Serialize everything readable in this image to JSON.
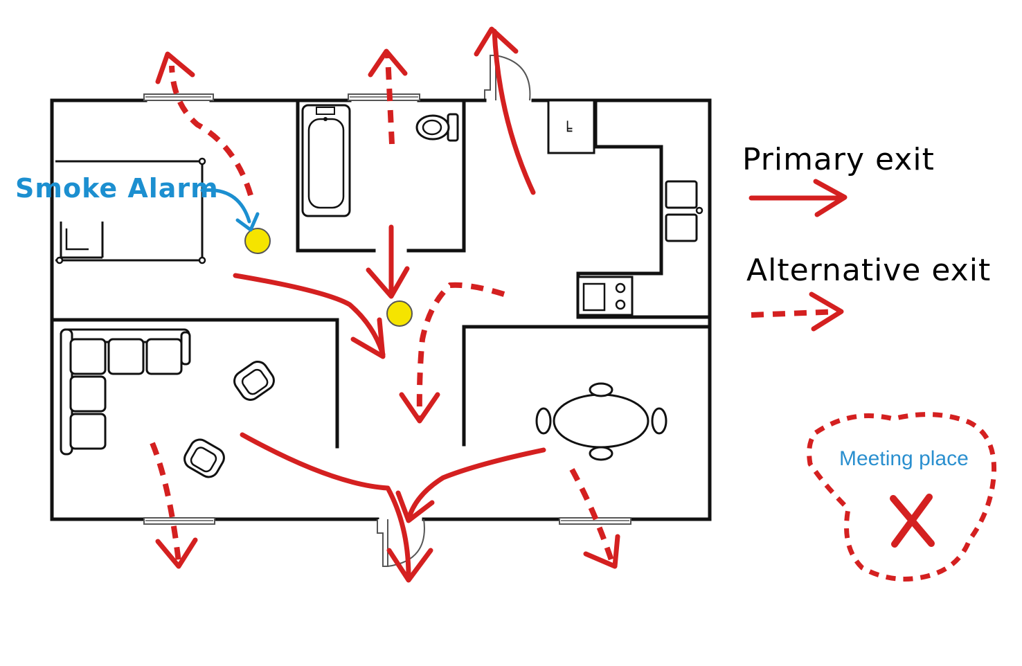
{
  "colors": {
    "primary_exit": "#d42020",
    "alternative_exit": "#d42020",
    "smoke_alarm_label": "#1c8fd0",
    "smoke_alarm_fill": "#f5e400",
    "meeting_label": "#2a8fcf",
    "walls": "#111111"
  },
  "annotation": {
    "smoke_alarm": "Smoke Alarm"
  },
  "legend": {
    "primary_exit": "Primary exit",
    "alternative_exit": "Alternative exit"
  },
  "meeting": {
    "label": "Meeting place",
    "marker_icon": "x-mark-icon"
  }
}
